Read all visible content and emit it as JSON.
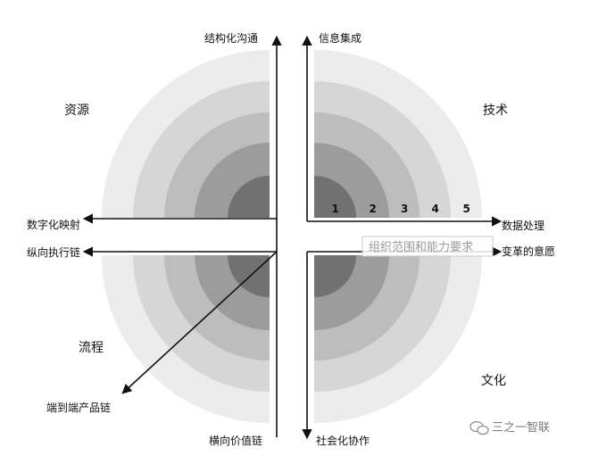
{
  "quadrants": {
    "top_left": "资源",
    "top_right": "技术",
    "bottom_left": "流程",
    "bottom_right": "文化"
  },
  "axes": {
    "top_left_vertical": "结构化沟通",
    "top_left_horizontal": "数字化映射",
    "top_right_vertical": "信息集成",
    "top_right_horizontal": "数据处理",
    "bottom_left_horizontal": "纵向执行链",
    "bottom_left_diagonal": "端到端产品链",
    "bottom_left_vertical": "横向价值链",
    "bottom_right_horizontal": "变革的意愿",
    "bottom_right_vertical": "社会化协作"
  },
  "levels": [
    "1",
    "2",
    "3",
    "4",
    "5"
  ],
  "overlay_label": "组织范围和能力要求",
  "watermark": "三之一智联",
  "colors": {
    "ring_1": "#717171",
    "ring_2": "#9c9c9c",
    "ring_3": "#bdbdbd",
    "ring_4": "#d6d6d6",
    "ring_5": "#ececec",
    "axis": "#111111"
  }
}
